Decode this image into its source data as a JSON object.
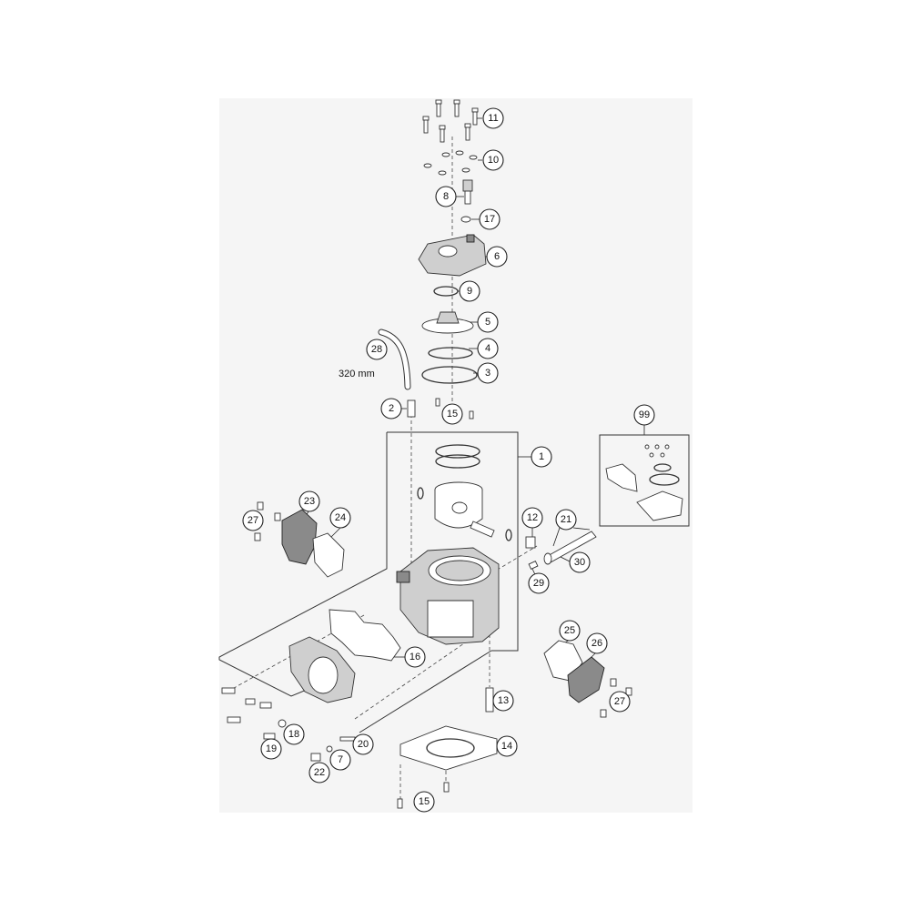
{
  "diagram": {
    "callouts": [
      {
        "id": "c11",
        "label": "11"
      },
      {
        "id": "c10",
        "label": "10"
      },
      {
        "id": "c8",
        "label": "8"
      },
      {
        "id": "c17",
        "label": "17"
      },
      {
        "id": "c6",
        "label": "6"
      },
      {
        "id": "c9",
        "label": "9"
      },
      {
        "id": "c5",
        "label": "5"
      },
      {
        "id": "c28",
        "label": "28"
      },
      {
        "id": "c4",
        "label": "4"
      },
      {
        "id": "c3",
        "label": "3"
      },
      {
        "id": "c2",
        "label": "2"
      },
      {
        "id": "c15a",
        "label": "15"
      },
      {
        "id": "c1",
        "label": "1"
      },
      {
        "id": "c99",
        "label": "99"
      },
      {
        "id": "c23",
        "label": "23"
      },
      {
        "id": "c27a",
        "label": "27"
      },
      {
        "id": "c24",
        "label": "24"
      },
      {
        "id": "c12",
        "label": "12"
      },
      {
        "id": "c21",
        "label": "21"
      },
      {
        "id": "c30",
        "label": "30"
      },
      {
        "id": "c29",
        "label": "29"
      },
      {
        "id": "c16",
        "label": "16"
      },
      {
        "id": "c25",
        "label": "25"
      },
      {
        "id": "c26",
        "label": "26"
      },
      {
        "id": "c13",
        "label": "13"
      },
      {
        "id": "c27b",
        "label": "27"
      },
      {
        "id": "c18",
        "label": "18"
      },
      {
        "id": "c19",
        "label": "19"
      },
      {
        "id": "c20",
        "label": "20"
      },
      {
        "id": "c7",
        "label": "7"
      },
      {
        "id": "c22",
        "label": "22"
      },
      {
        "id": "c14",
        "label": "14"
      },
      {
        "id": "c15b",
        "label": "15"
      }
    ],
    "hose_length_label": "320 mm"
  },
  "colors": {
    "background": "#f5f5f5",
    "line": "#333333",
    "part_fill": "#cfcfcf"
  }
}
